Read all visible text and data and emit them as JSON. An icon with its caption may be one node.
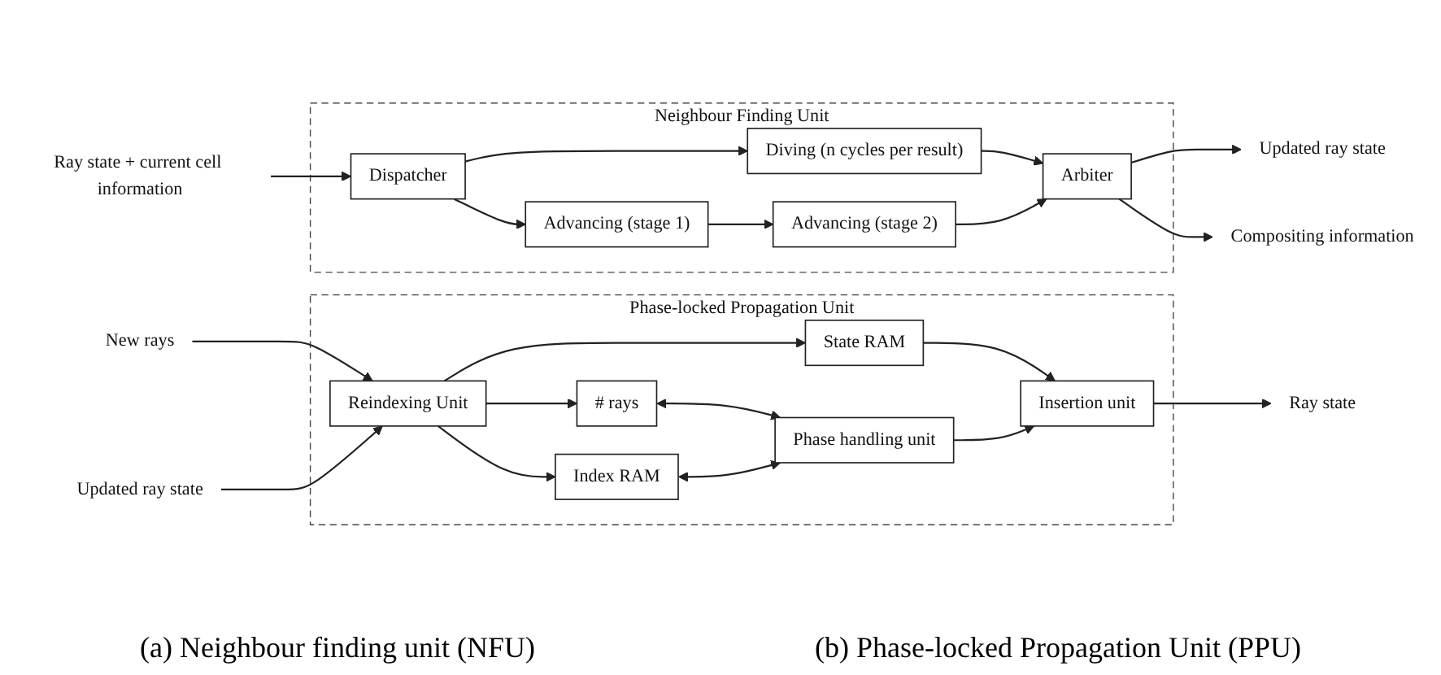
{
  "diagram": {
    "nodes": [
      {
        "text": [
          "Neighbour Finding Unit"
        ]
      },
      {
        "text": [
          "Arbiter"
        ],
        "in": 0
      },
      {
        "text": [
          "Diving (n cycles per result)"
        ],
        "in": 0
      },
      {
        "text": [
          "Dispatcher"
        ],
        "in": 0
      },
      {
        "text": [
          "Advancing (stage 2)"
        ],
        "in": 0
      },
      {
        "text": [
          "Advancing (stage 1)"
        ],
        "in": 0
      },
      {
        "text": [
          "Ray state + current cell information"
        ]
      },
      {
        "text": [
          "Updated ray state"
        ]
      },
      {
        "text": [
          "Compositing information"
        ]
      },
      {
        "text": [
          "Phase-locked Propagation Unit"
        ]
      },
      {
        "text": [
          "Phase handling unit"
        ],
        "in": 9
      },
      {
        "text": [
          "Insertion unit"
        ],
        "in": 9
      },
      {
        "text": [
          "# rays"
        ],
        "in": 9
      },
      {
        "text": [
          "Index RAM"
        ],
        "in": 9
      },
      {
        "text": [
          "State RAM"
        ],
        "in": 9
      },
      {
        "text": [
          "Reindexing Unit"
        ],
        "in": 9
      },
      {
        "text": [
          "New rays"
        ]
      },
      {
        "text": [
          "Ray state"
        ]
      },
      {
        "text": [
          "Updated ray state"
        ]
      }
    ],
    "edges": [
      {
        "from": 6,
        "to": 3,
        "arrow": "to"
      },
      {
        "from": 3,
        "to": 2,
        "arrow": "to"
      },
      {
        "from": 3,
        "to": 5,
        "arrow": "to"
      },
      {
        "from": 5,
        "to": 4,
        "arrow": "to"
      },
      {
        "from": 2,
        "to": 1,
        "arrow": "to"
      },
      {
        "from": 4,
        "to": 1,
        "arrow": "to"
      },
      {
        "from": 1,
        "to": 7,
        "arrow": "to"
      },
      {
        "from": 1,
        "to": 8,
        "arrow": "to"
      },
      {
        "from": 16,
        "to": 15,
        "arrow": "to"
      },
      {
        "from": 18,
        "to": 15,
        "arrow": "to"
      },
      {
        "from": 15,
        "to": 12,
        "arrow": "to"
      },
      {
        "from": 15,
        "to": 13,
        "arrow": "to"
      },
      {
        "from": 15,
        "to": 14,
        "arrow": "to"
      },
      {
        "from": 12,
        "to": 10,
        "arrow": "both"
      },
      {
        "from": 13,
        "to": 10,
        "arrow": "both"
      },
      {
        "from": 14,
        "to": 11,
        "arrow": "to"
      },
      {
        "from": 10,
        "to": 11,
        "arrow": "to"
      },
      {
        "from": 11,
        "to": 17,
        "arrow": "to"
      }
    ],
    "labels": [
      "(a) Neighbour finding unit (NFU)",
      "(b) Phase-locked Propagation Unit (PPU)"
    ]
  }
}
